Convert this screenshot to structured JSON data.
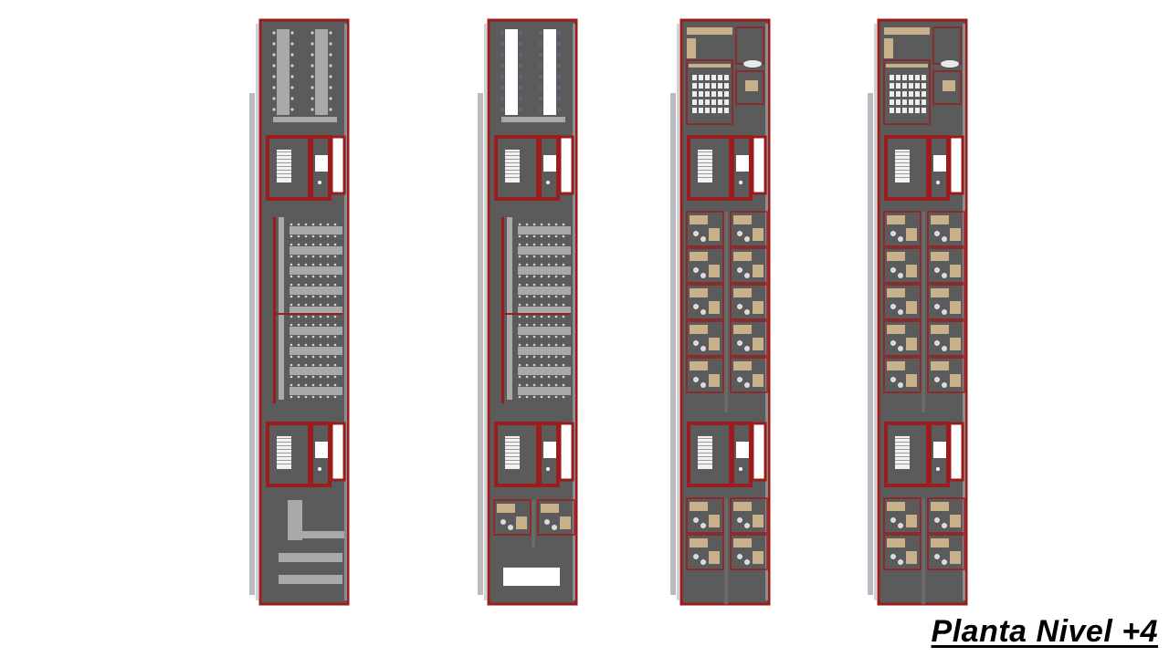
{
  "caption": "Planta Nivel +4",
  "plans": [
    {
      "id": "plan-1",
      "upper_zone": "benches",
      "middle_zone": "benches",
      "lower_zone": "benches",
      "upper_chairs": false,
      "lower_last": "benches"
    },
    {
      "id": "plan-2",
      "upper_zone": "benches",
      "middle_zone": "benches",
      "lower_zone": "offices",
      "upper_chairs": true,
      "lower_last": "white-table"
    },
    {
      "id": "plan-3",
      "upper_zone": "classroom",
      "middle_zone": "offices",
      "lower_zone": "offices",
      "upper_chairs": false,
      "lower_last": "offices"
    },
    {
      "id": "plan-4",
      "upper_zone": "classroom",
      "middle_zone": "offices",
      "lower_zone": "offices",
      "upper_chairs": false,
      "lower_last": "offices"
    }
  ],
  "colors": {
    "floor": "#5b5b5b",
    "wall": "#9b1c1c",
    "facade": "#b8bcc0",
    "bench": "#a9a9a9",
    "desk": "#c8b08a",
    "core_white": "#ffffff"
  }
}
